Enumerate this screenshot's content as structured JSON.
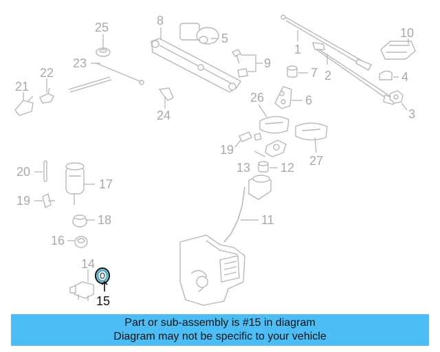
{
  "labels": {
    "n1": "1",
    "n2": "2",
    "n3": "3",
    "n4": "4",
    "n5": "5",
    "n6": "6",
    "n7": "7",
    "n8": "8",
    "n9": "9",
    "n10": "10",
    "n11": "11",
    "n12": "12",
    "n13": "13",
    "n14": "14",
    "n15": "15",
    "n16": "16",
    "n17": "17",
    "n18": "18",
    "n19a": "19",
    "n19b": "19",
    "n20": "20",
    "n21": "21",
    "n22": "22",
    "n23": "23",
    "n24": "24",
    "n25": "25",
    "n26": "26",
    "n27": "27"
  },
  "highlight": {
    "part_number": "15",
    "color": "#4ab0c8"
  },
  "colors": {
    "banner": "#4dbdf5",
    "part_stroke": "#b8b8b8",
    "label": "#a9a9a9"
  },
  "banner": {
    "line1": "Part or sub-assembly is #15 in diagram",
    "line2": "Diagram may not be specific to your vehicle"
  }
}
